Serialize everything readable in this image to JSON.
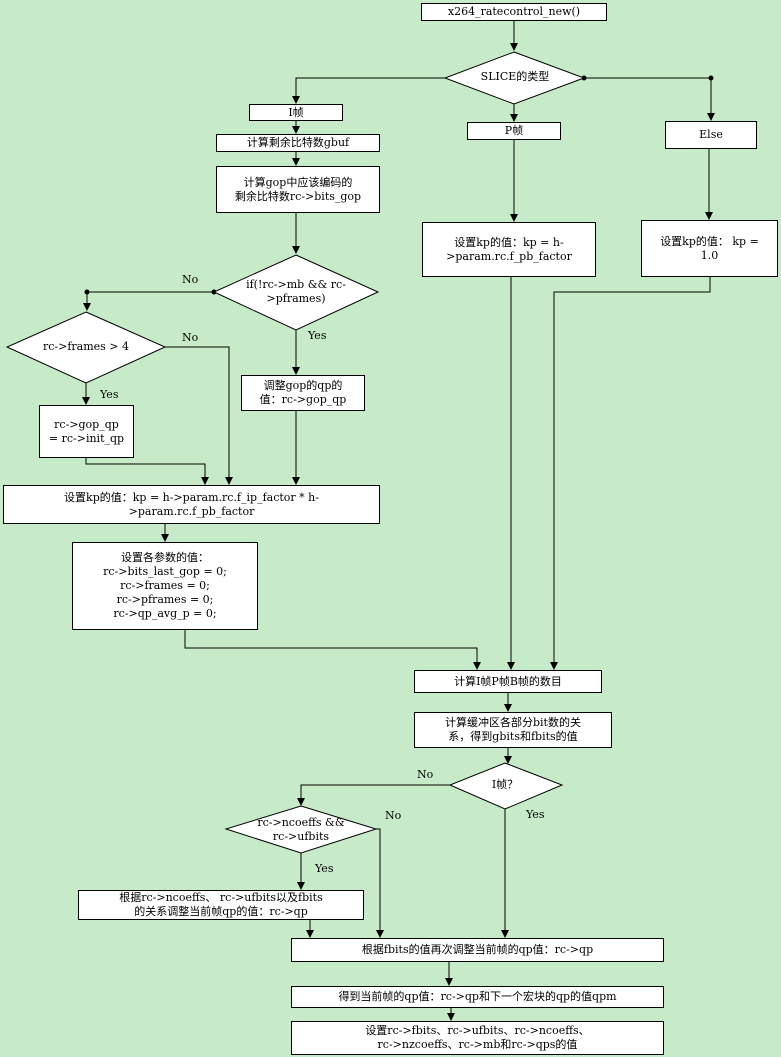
{
  "nodes": {
    "start": "x264_ratecontrol_new()",
    "slice_type": "SLICE的类型",
    "i_frame": "I帧",
    "p_frame": "P帧",
    "else": "Else",
    "calc_gbuf": "计算剩余比特数gbuf",
    "calc_gop": "计算gop中应该编码的\n剩余比特数rc->bits_gop",
    "set_kp_p": "设置kp的值：kp = h-\n>param.rc.f_pb_factor",
    "set_kp_else": "设置kp的值：  kp =\n1.0",
    "cond_mb": "if(!rc->mb && rc-\n>pframes)",
    "cond_frames": "rc->frames > 4",
    "adjust_gop_qp": "调整gop的qp的\n值：rc->gop_qp",
    "gop_qp_init": "rc->gop_qp\n= rc->init_qp",
    "set_kp_i": "设置kp的值：kp = h->param.rc.f_ip_factor * h-\n>param.rc.f_pb_factor",
    "set_params": "设置各参数的值：\nrc->bits_last_gop = 0;\nrc->frames = 0;\nrc->pframes = 0;\nrc->qp_avg_p = 0;",
    "count_frames": "计算I帧P帧B帧的数目",
    "calc_buffer": "计算缓冲区各部分bit数的关\n系，得到gbits和fbits的值",
    "is_i_frame": "I帧？",
    "cond_coeffs": "rc->ncoeffs  &&\nrc->ufbits",
    "adjust_qp_coeffs": "根据rc->ncoeffs、 rc->ufbits以及fbits\n的关系调整当前帧qp的值：rc->qp",
    "adjust_qp_fbits": "根据fbits的值再次调整当前帧的qp值：rc->qp",
    "get_qp": "得到当前帧的qp值：rc->qp和下一个宏块的qp的值qpm",
    "set_final": "设置rc->fbits、rc->ufbits、rc->ncoeffs、\nrc->nzcoeffs、rc->mb和rc->qps的值"
  },
  "edge_labels": {
    "mb_no": "No",
    "mb_yes": "Yes",
    "frames_no": "No",
    "frames_yes": "Yes",
    "iframe_no": "No",
    "iframe_yes": "Yes",
    "coeffs_no": "No",
    "coeffs_yes": "Yes"
  }
}
